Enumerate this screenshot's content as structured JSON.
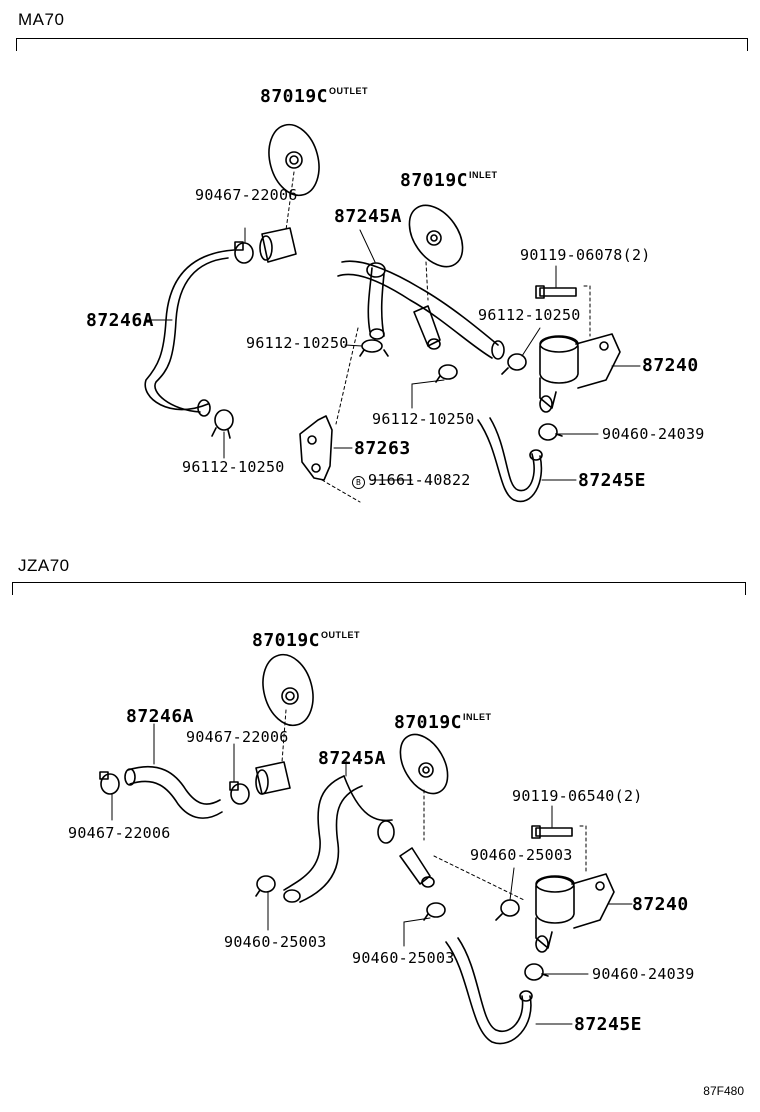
{
  "sections": [
    {
      "title": "MA70",
      "labels": {
        "outlet_part": "87019C",
        "outlet_note": "OUTLET",
        "inlet_part": "87019C",
        "inlet_note": "INLET",
        "clamp_top": "90467-22006",
        "hose_a": "87245A",
        "bolt": "90119-06078(2)",
        "hose_left": "87246A",
        "clip_mid_right": "96112-10250",
        "clip_mid_left": "96112-10250",
        "valve": "87240",
        "clip_low_mid": "96112-10250",
        "clamp_valve": "90460-24039",
        "bracket_part": "87263",
        "clip_low_left": "96112-10250",
        "bolt_b": "91661-40822",
        "bolt_b_mark": "B",
        "hose_e": "87245E"
      }
    },
    {
      "title": "JZA70",
      "labels": {
        "outlet_part": "87019C",
        "outlet_note": "OUTLET",
        "hose_left": "87246A",
        "clamp_mid": "90467-22006",
        "inlet_part": "87019C",
        "inlet_note": "INLET",
        "hose_a": "87245A",
        "bolt": "90119-06540(2)",
        "clamp_left": "90467-22006",
        "clip_right": "90460-25003",
        "valve": "87240",
        "clip_low_left": "90460-25003",
        "clip_low_mid": "90460-25003",
        "clamp_valve": "90460-24039",
        "hose_e": "87245E"
      }
    }
  ],
  "figure_code": "87F480"
}
